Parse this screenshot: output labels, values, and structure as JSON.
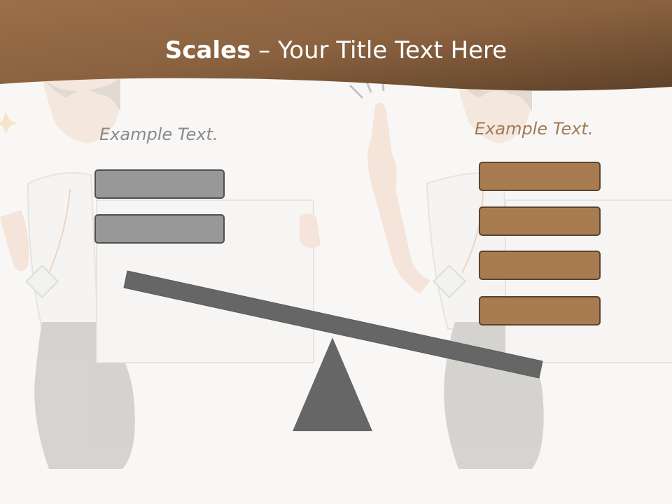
{
  "slide": {
    "title_bold": "Scales",
    "title_rest": " – Your Title Text Here",
    "left_label": "Example Text.",
    "right_label": "Example Text."
  },
  "boxes": {
    "left_count": 2,
    "right_count": 4
  },
  "colors": {
    "header_brown": "#7a5535",
    "header_light": "#a77c55",
    "box_gray": "#989898",
    "box_brown": "#a87c50",
    "beam": "#666666",
    "background": "#f8f7f6"
  },
  "icons": {
    "background_figures": "woman-presenter-illustration",
    "fulcrum": "triangle-fulcrum",
    "beam": "seesaw-beam"
  }
}
